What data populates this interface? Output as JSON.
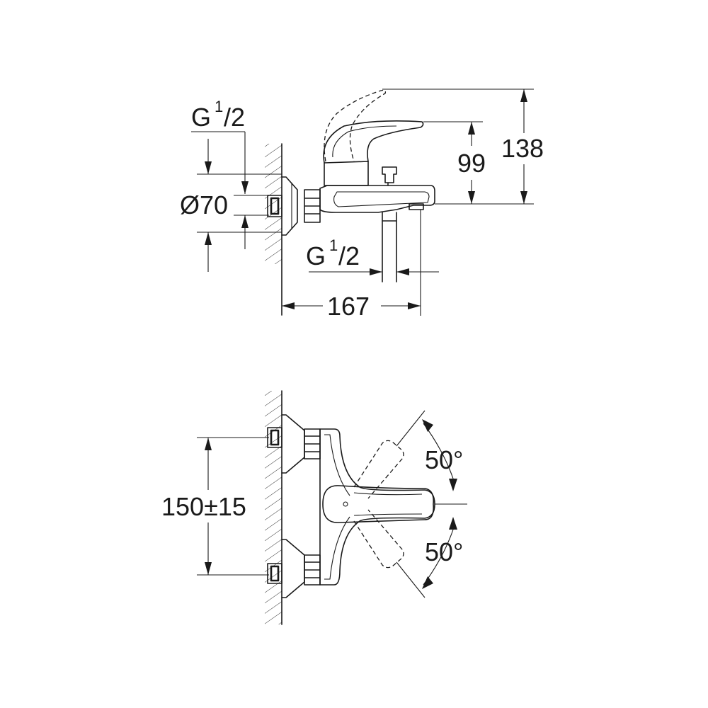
{
  "side_view": {
    "dim_connection_upper_g": "G",
    "dim_connection_upper_num": "1",
    "dim_connection_upper_den": "/2",
    "dim_flange_diameter": "Ø70",
    "dim_connection_lower_g": "G",
    "dim_connection_lower_num": "1",
    "dim_connection_lower_den": "/2",
    "dim_projection": "167",
    "dim_spout_height": "99",
    "dim_total_height": "138"
  },
  "top_view": {
    "dim_center_distance": "150±15",
    "dim_angle_upper": "50°",
    "dim_angle_lower": "50°"
  }
}
